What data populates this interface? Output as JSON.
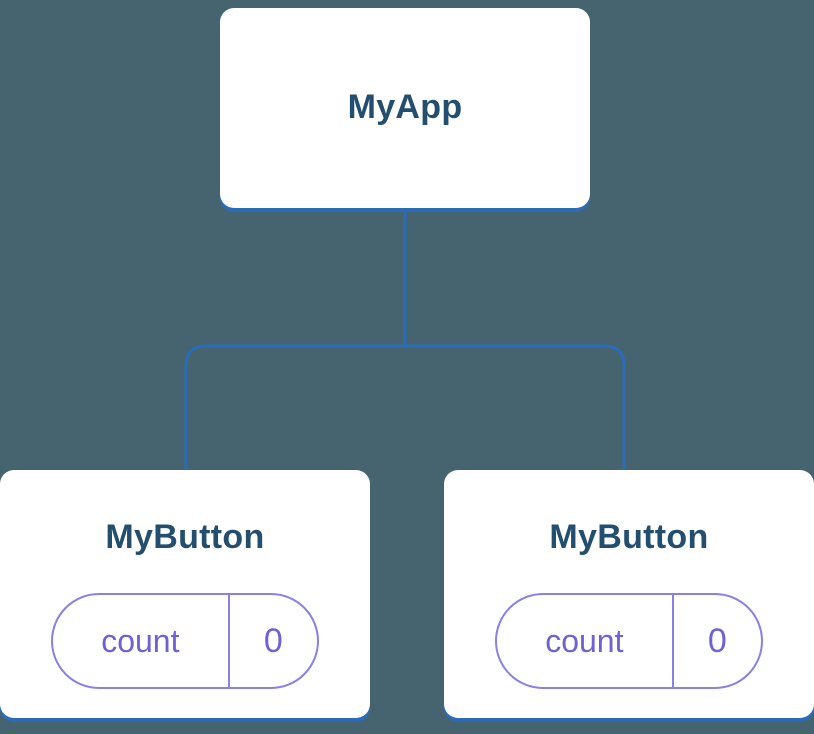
{
  "colors": {
    "bg": "#466370",
    "accent": "#2a6db6",
    "title": "#234e6e",
    "purple-border": "#8b7fe8",
    "purple-text": "#6f61d4"
  },
  "tree": {
    "root": {
      "label": "MyApp"
    },
    "children": [
      {
        "label": "MyButton",
        "state": {
          "key": "count",
          "value": "0"
        }
      },
      {
        "label": "MyButton",
        "state": {
          "key": "count",
          "value": "0"
        }
      }
    ]
  }
}
